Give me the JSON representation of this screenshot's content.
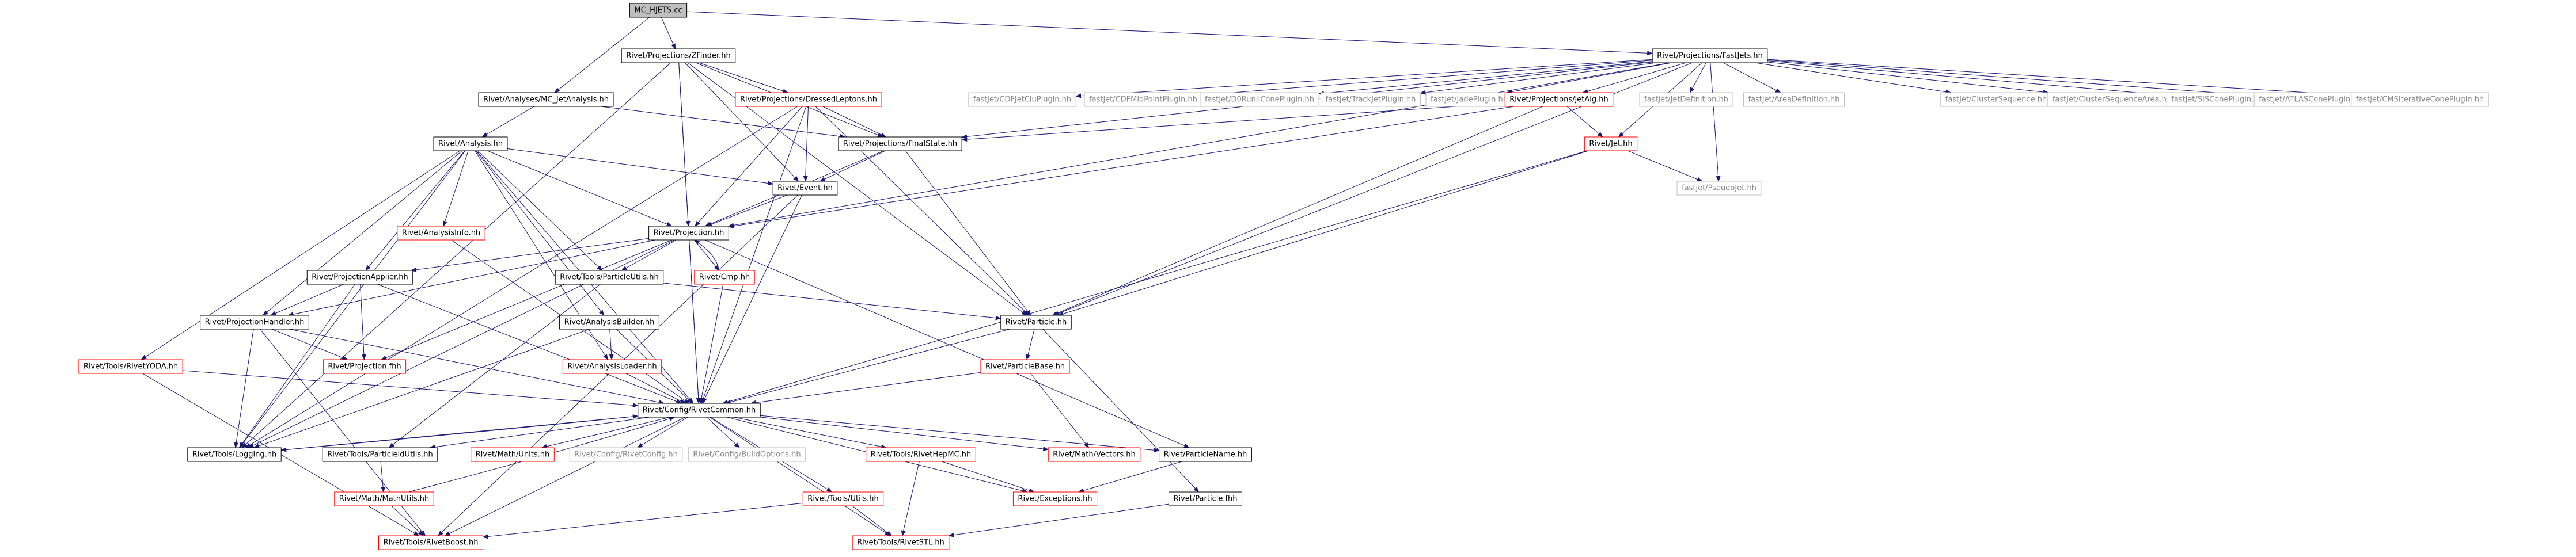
{
  "colors": {
    "edge": "#191970",
    "box_black": "#000000",
    "box_red": "#ff0000",
    "box_gray": "#c0c0c0",
    "root_fill": "#bfbfbf",
    "text": "#000000",
    "text_gray": "#888888"
  },
  "nodes": [
    {
      "id": "root",
      "label": "MC_HJETS.cc",
      "style": "root"
    },
    {
      "id": "zfinder",
      "label": "Rivet/Projections/ZFinder.hh",
      "style": "black"
    },
    {
      "id": "fastjets",
      "label": "Rivet/Projections/FastJets.hh",
      "style": "black"
    },
    {
      "id": "mcjet",
      "label": "Rivet/Analyses/MC_JetAnalysis.hh",
      "style": "black"
    },
    {
      "id": "dressed",
      "label": "Rivet/Projections/DressedLeptons.hh",
      "style": "red"
    },
    {
      "id": "cdf_jetclu",
      "label": "fastjet/CDFJetCluPlugin.hh",
      "style": "gray"
    },
    {
      "id": "cdf_midpoint",
      "label": "fastjet/CDFMidPointPlugin.hh",
      "style": "gray"
    },
    {
      "id": "d0run2",
      "label": "fastjet/D0RunIIConePlugin.hh",
      "style": "gray"
    },
    {
      "id": "trackjet",
      "label": "fastjet/TrackJetPlugin.hh",
      "style": "gray"
    },
    {
      "id": "jade",
      "label": "fastjet/JadePlugin.hh",
      "style": "gray"
    },
    {
      "id": "jetalg",
      "label": "Rivet/Projections/JetAlg.hh",
      "style": "red"
    },
    {
      "id": "jetdef",
      "label": "fastjet/JetDefinition.hh",
      "style": "gray"
    },
    {
      "id": "areadef",
      "label": "fastjet/AreaDefinition.hh",
      "style": "gray"
    },
    {
      "id": "clusterseq",
      "label": "fastjet/ClusterSequence.hh",
      "style": "gray"
    },
    {
      "id": "clusterseqarea",
      "label": "fastjet/ClusterSequenceArea.hh",
      "style": "gray"
    },
    {
      "id": "siscone",
      "label": "fastjet/SISConePlugin.hh",
      "style": "gray"
    },
    {
      "id": "atlascone",
      "label": "fastjet/ATLASConePlugin.hh",
      "style": "gray"
    },
    {
      "id": "cmsiter",
      "label": "fastjet/CMSIterativeConePlugin.hh",
      "style": "gray"
    },
    {
      "id": "analysis",
      "label": "Rivet/Analysis.hh",
      "style": "black"
    },
    {
      "id": "finalstate",
      "label": "Rivet/Projections/FinalState.hh",
      "style": "black"
    },
    {
      "id": "jet",
      "label": "Rivet/Jet.hh",
      "style": "red"
    },
    {
      "id": "event",
      "label": "Rivet/Event.hh",
      "style": "black"
    },
    {
      "id": "pseudojet",
      "label": "fastjet/PseudoJet.hh",
      "style": "gray"
    },
    {
      "id": "analysisinfo",
      "label": "Rivet/AnalysisInfo.hh",
      "style": "red"
    },
    {
      "id": "projection",
      "label": "Rivet/Projection.hh",
      "style": "black"
    },
    {
      "id": "projapplier",
      "label": "Rivet/ProjectionApplier.hh",
      "style": "black"
    },
    {
      "id": "particleutils",
      "label": "Rivet/Tools/ParticleUtils.hh",
      "style": "black"
    },
    {
      "id": "cmp",
      "label": "Rivet/Cmp.hh",
      "style": "red"
    },
    {
      "id": "projhandler",
      "label": "Rivet/ProjectionHandler.hh",
      "style": "black"
    },
    {
      "id": "analysisbuilder",
      "label": "Rivet/AnalysisBuilder.hh",
      "style": "black"
    },
    {
      "id": "particle",
      "label": "Rivet/Particle.hh",
      "style": "black"
    },
    {
      "id": "rivetyoda",
      "label": "Rivet/Tools/RivetYODA.hh",
      "style": "red"
    },
    {
      "id": "projectionfhh",
      "label": "Rivet/Projection.fhh",
      "style": "red"
    },
    {
      "id": "analysisloader",
      "label": "Rivet/AnalysisLoader.hh",
      "style": "red"
    },
    {
      "id": "particlebase",
      "label": "Rivet/ParticleBase.hh",
      "style": "red"
    },
    {
      "id": "rivetcommon",
      "label": "Rivet/Config/RivetCommon.hh",
      "style": "black"
    },
    {
      "id": "logging",
      "label": "Rivet/Tools/Logging.hh",
      "style": "black"
    },
    {
      "id": "particleidutils",
      "label": "Rivet/Tools/ParticleIdUtils.hh",
      "style": "black"
    },
    {
      "id": "mathunits",
      "label": "Rivet/Math/Units.hh",
      "style": "red"
    },
    {
      "id": "rivetconfig",
      "label": "Rivet/Config/RivetConfig.hh",
      "style": "gray"
    },
    {
      "id": "buildoptions",
      "label": "Rivet/Config/BuildOptions.hh",
      "style": "gray"
    },
    {
      "id": "rivethepmc",
      "label": "Rivet/Tools/RivetHepMC.hh",
      "style": "red"
    },
    {
      "id": "mathvectors",
      "label": "Rivet/Math/Vectors.hh",
      "style": "red"
    },
    {
      "id": "particlename",
      "label": "Rivet/ParticleName.hh",
      "style": "black"
    },
    {
      "id": "mathutils",
      "label": "Rivet/Math/MathUtils.hh",
      "style": "red"
    },
    {
      "id": "utils",
      "label": "Rivet/Tools/Utils.hh",
      "style": "red"
    },
    {
      "id": "exceptions",
      "label": "Rivet/Exceptions.hh",
      "style": "red"
    },
    {
      "id": "particlefhh",
      "label": "Rivet/Particle.fhh",
      "style": "black"
    },
    {
      "id": "rivetboost",
      "label": "Rivet/Tools/RivetBoost.hh",
      "style": "red"
    },
    {
      "id": "rivetstl",
      "label": "Rivet/Tools/RivetSTL.hh",
      "style": "red"
    }
  ],
  "edges": [
    [
      "root",
      "zfinder"
    ],
    [
      "root",
      "fastjets"
    ],
    [
      "root",
      "mcjet"
    ],
    [
      "zfinder",
      "dressed"
    ],
    [
      "zfinder",
      "finalstate"
    ],
    [
      "zfinder",
      "event"
    ],
    [
      "zfinder",
      "projection"
    ],
    [
      "zfinder",
      "particle"
    ],
    [
      "zfinder",
      "rivetcommon"
    ],
    [
      "zfinder",
      "logging"
    ],
    [
      "fastjets",
      "cdf_jetclu"
    ],
    [
      "fastjets",
      "cdf_midpoint"
    ],
    [
      "fastjets",
      "d0run2"
    ],
    [
      "fastjets",
      "trackjet"
    ],
    [
      "fastjets",
      "jade"
    ],
    [
      "fastjets",
      "jetalg"
    ],
    [
      "fastjets",
      "jetdef"
    ],
    [
      "fastjets",
      "areadef"
    ],
    [
      "fastjets",
      "clusterseq"
    ],
    [
      "fastjets",
      "clusterseqarea"
    ],
    [
      "fastjets",
      "siscone"
    ],
    [
      "fastjets",
      "atlascone"
    ],
    [
      "fastjets",
      "cmsiter"
    ],
    [
      "fastjets",
      "finalstate"
    ],
    [
      "fastjets",
      "jet"
    ],
    [
      "fastjets",
      "pseudojet"
    ],
    [
      "fastjets",
      "particle"
    ],
    [
      "fastjets",
      "projection"
    ],
    [
      "mcjet",
      "analysis"
    ],
    [
      "mcjet",
      "finalstate"
    ],
    [
      "dressed",
      "finalstate"
    ],
    [
      "dressed",
      "event"
    ],
    [
      "dressed",
      "projection"
    ],
    [
      "dressed",
      "particle"
    ],
    [
      "dressed",
      "rivetcommon"
    ],
    [
      "dressed",
      "logging"
    ],
    [
      "jetalg",
      "jet"
    ],
    [
      "jetalg",
      "finalstate"
    ],
    [
      "jetalg",
      "projection"
    ],
    [
      "jetalg",
      "particle"
    ],
    [
      "analysis",
      "event"
    ],
    [
      "analysis",
      "projection"
    ],
    [
      "analysis",
      "analysisinfo"
    ],
    [
      "analysis",
      "projapplier"
    ],
    [
      "analysis",
      "particleutils"
    ],
    [
      "analysis",
      "projhandler"
    ],
    [
      "analysis",
      "analysisbuilder"
    ],
    [
      "analysis",
      "analysisloader"
    ],
    [
      "analysis",
      "rivetyoda"
    ],
    [
      "analysis",
      "logging"
    ],
    [
      "analysis",
      "rivetcommon"
    ],
    [
      "finalstate",
      "event"
    ],
    [
      "finalstate",
      "projection"
    ],
    [
      "finalstate",
      "particle"
    ],
    [
      "jet",
      "pseudojet"
    ],
    [
      "jet",
      "particle"
    ],
    [
      "jet",
      "rivetcommon"
    ],
    [
      "event",
      "projection"
    ],
    [
      "event",
      "rivetcommon"
    ],
    [
      "event",
      "rivetboost"
    ],
    [
      "analysisinfo",
      "rivetcommon"
    ],
    [
      "projection",
      "projapplier"
    ],
    [
      "projection",
      "particleutils"
    ],
    [
      "projection",
      "cmp"
    ],
    [
      "projection",
      "projhandler"
    ],
    [
      "projection",
      "projectionfhh"
    ],
    [
      "projection",
      "rivetcommon"
    ],
    [
      "projection",
      "logging"
    ],
    [
      "projection",
      "particlename"
    ],
    [
      "projapplier",
      "projhandler"
    ],
    [
      "projapplier",
      "projectionfhh"
    ],
    [
      "projapplier",
      "rivetcommon"
    ],
    [
      "projapplier",
      "logging"
    ],
    [
      "particleutils",
      "particle"
    ],
    [
      "particleutils",
      "particleidutils"
    ],
    [
      "cmp",
      "projection"
    ],
    [
      "cmp",
      "rivetcommon"
    ],
    [
      "projhandler",
      "projectionfhh"
    ],
    [
      "projhandler",
      "rivetcommon"
    ],
    [
      "projhandler",
      "logging"
    ],
    [
      "projhandler",
      "rivetboost"
    ],
    [
      "analysisbuilder",
      "analysisloader"
    ],
    [
      "analysisbuilder",
      "rivetcommon"
    ],
    [
      "analysisbuilder",
      "logging"
    ],
    [
      "analysisloader",
      "rivetcommon"
    ],
    [
      "rivetyoda",
      "rivetcommon"
    ],
    [
      "rivetyoda",
      "rivetboost"
    ],
    [
      "particle",
      "particlebase"
    ],
    [
      "particle",
      "rivetcommon"
    ],
    [
      "particle",
      "particlefhh"
    ],
    [
      "particlebase",
      "rivetcommon"
    ],
    [
      "particlebase",
      "mathvectors"
    ],
    [
      "rivetcommon",
      "logging"
    ],
    [
      "rivetcommon",
      "particleidutils"
    ],
    [
      "rivetcommon",
      "mathunits"
    ],
    [
      "rivetcommon",
      "rivetconfig"
    ],
    [
      "rivetcommon",
      "buildoptions"
    ],
    [
      "rivetcommon",
      "rivethepmc"
    ],
    [
      "rivetcommon",
      "mathvectors"
    ],
    [
      "rivetcommon",
      "exceptions"
    ],
    [
      "rivetcommon",
      "utils"
    ],
    [
      "rivetcommon",
      "rivetstl"
    ],
    [
      "rivetcommon",
      "rivetboost"
    ],
    [
      "rivetcommon",
      "particlename"
    ],
    [
      "logging",
      "rivetcommon"
    ],
    [
      "particleidutils",
      "mathutils"
    ],
    [
      "mathutils",
      "rivetboost"
    ],
    [
      "mathutils",
      "rivetcommon"
    ],
    [
      "rivethepmc",
      "exceptions"
    ],
    [
      "rivethepmc",
      "rivetstl"
    ],
    [
      "particlename",
      "exceptions"
    ],
    [
      "utils",
      "rivetstl"
    ],
    [
      "utils",
      "rivetboost"
    ],
    [
      "particlefhh",
      "rivetstl"
    ]
  ]
}
